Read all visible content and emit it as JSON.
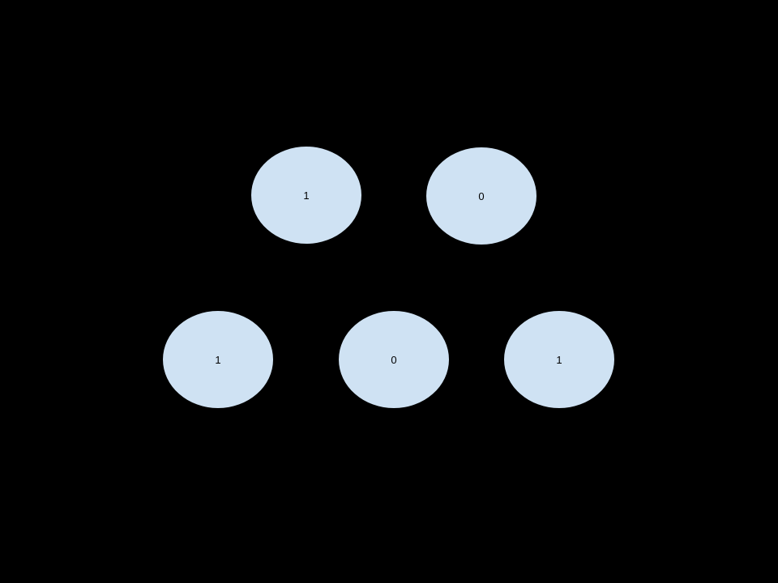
{
  "canvas": {
    "background_color": "#000000"
  },
  "diagram": {
    "node_fill_color": "#cfe2f3",
    "node_border_color": "#000000",
    "label_color": "#000000",
    "rows": [
      {
        "name": "top-row",
        "node_count": 2
      },
      {
        "name": "bottom-row",
        "node_count": 3
      }
    ],
    "nodes": [
      {
        "id": "top-left",
        "row": "top-row",
        "label": "1"
      },
      {
        "id": "top-right",
        "row": "top-row",
        "label": "0"
      },
      {
        "id": "bottom-left",
        "row": "bottom-row",
        "label": "1"
      },
      {
        "id": "bottom-mid",
        "row": "bottom-row",
        "label": "0"
      },
      {
        "id": "bottom-right",
        "row": "bottom-row",
        "label": "1"
      }
    ]
  }
}
